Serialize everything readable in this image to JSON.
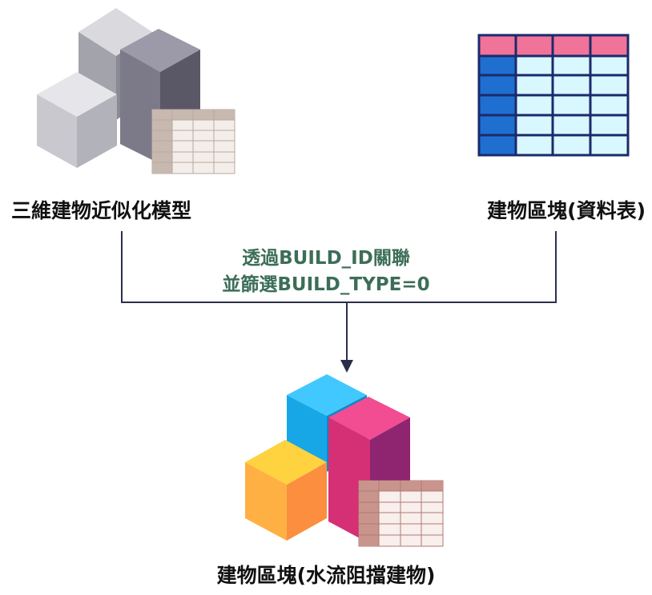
{
  "nodes": {
    "model_label": "三維建物近似化模型",
    "table_label": "建物區塊(資料表)",
    "result_label": "建物區塊(水流阻擋建物)"
  },
  "edge": {
    "line1": "透過BUILD_ID關聯",
    "line2": "並篩選BUILD_TYPE=0"
  },
  "colors": {
    "edge_text": "#3c6e58",
    "connector": "#2b2f4a",
    "table_header": "#f0739a",
    "table_index": "#1f6fd1",
    "table_cell": "#d8f7ff",
    "table_grid": "#1b2a6b",
    "gray_light": "#d2d2d8",
    "gray_dark": "#6c6a78",
    "cube_yellow": "#ffc043",
    "cube_blue": "#2ab8ef",
    "cube_magenta": "#e0387e",
    "mini_table_header": "#b79890",
    "mini_table_brown": "#b07a74"
  },
  "icons": {
    "model": "gray-building-blocks-with-table-icon",
    "table": "data-table-icon",
    "result": "colored-building-blocks-with-table-icon",
    "arrow": "arrow-down-icon"
  }
}
